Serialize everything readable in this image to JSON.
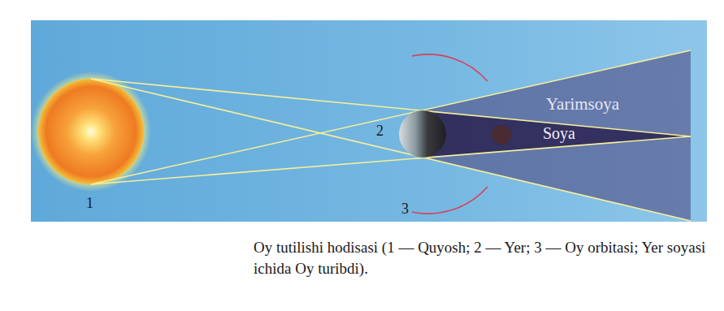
{
  "diagram": {
    "caption": "Oy tutilishi hodisasi (1 — Quyosh; 2 — Yer; 3 — Oy orbitasi; Yer soyasi ichida Oy turibdi).",
    "labels": [
      "1",
      "2",
      "3",
      "Yarimsoya",
      "Soya"
    ]
  }
}
